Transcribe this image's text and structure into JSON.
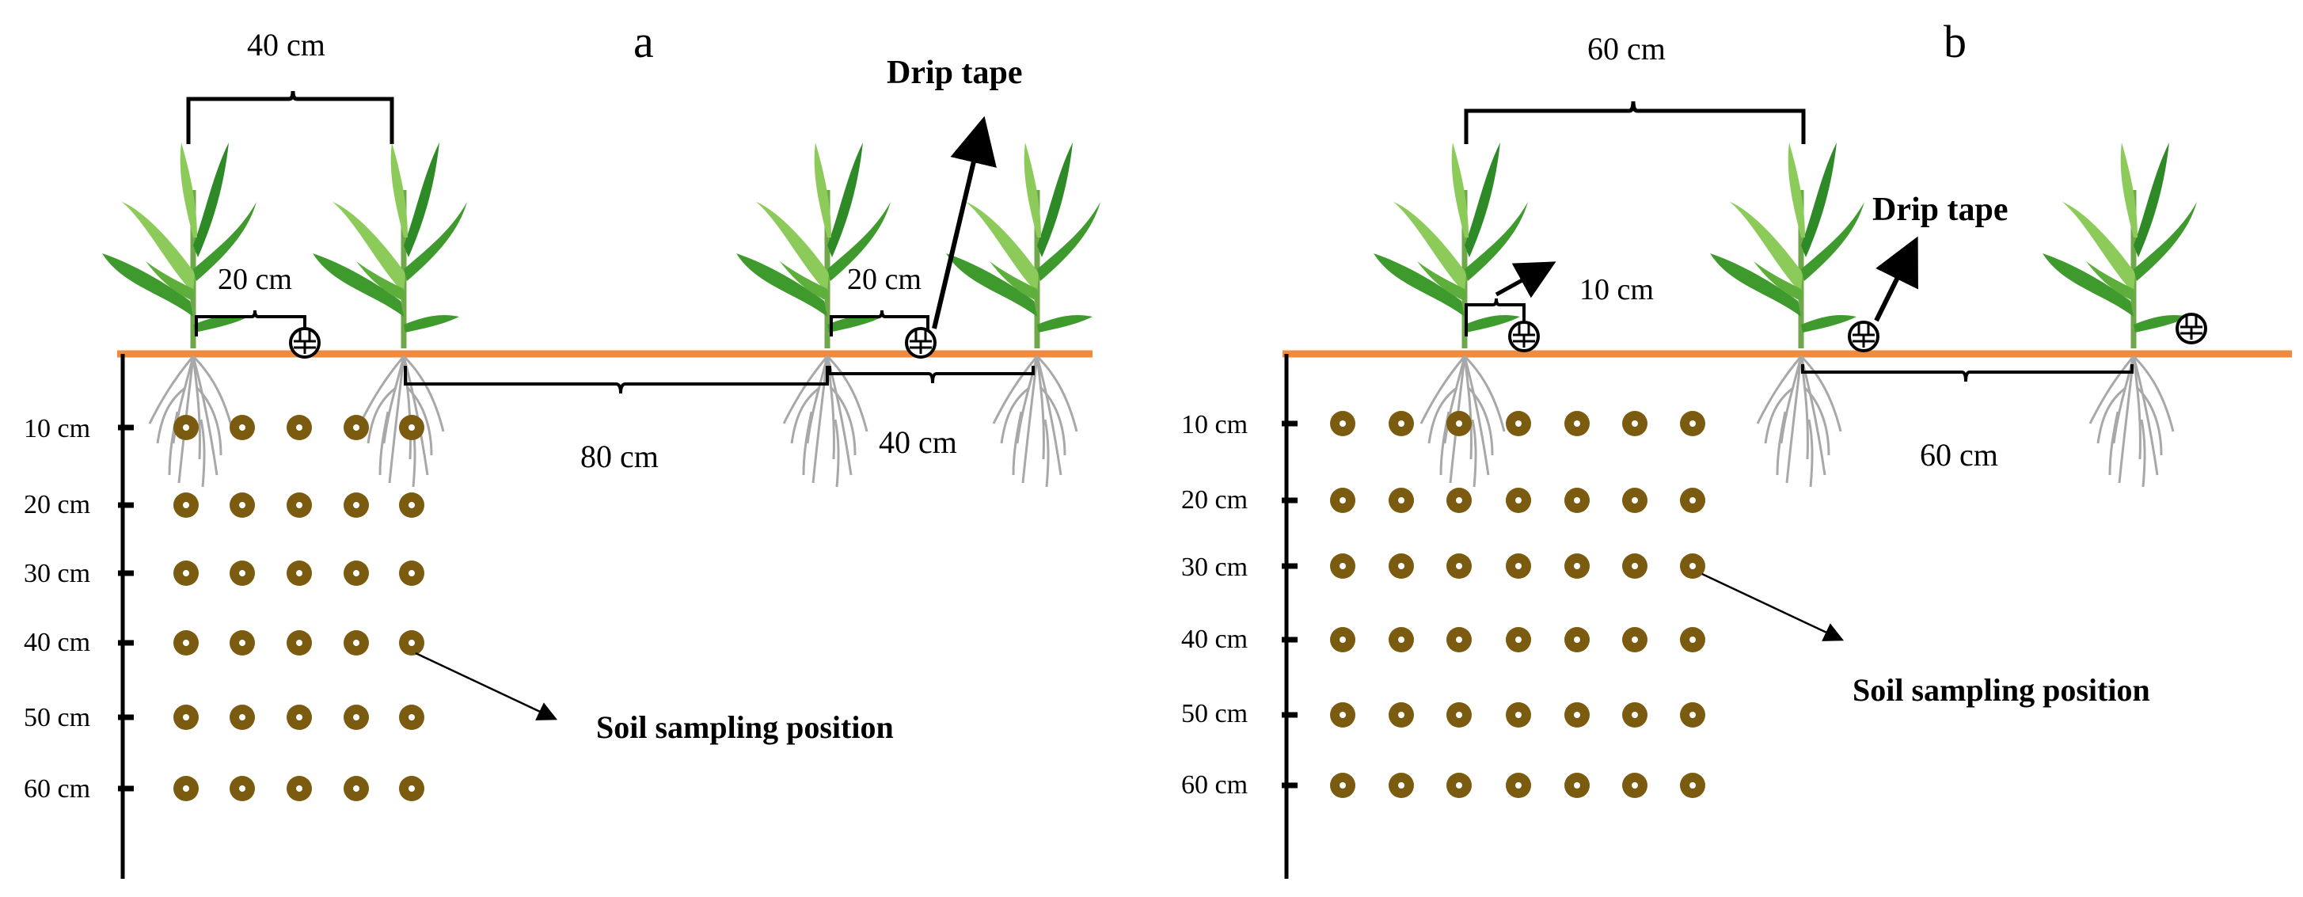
{
  "colors": {
    "soil_line": "#F08A3C",
    "sample_dot": "#7B5B0F",
    "sample_dot_ring": "#ffffff",
    "leaf_dark": "#3F9A2E",
    "leaf_light": "#8CCB5A",
    "root": "#A8A8A8",
    "axis": "#000000"
  },
  "panels": [
    {
      "id": "a",
      "letter": "a",
      "plant_spacing_top": "40 cm",
      "dripper_offset_1": "20 cm",
      "dripper_offset_2": "20 cm",
      "row_gap": "80 cm",
      "row_width": "40 cm",
      "drip_tape_label": "Drip tape",
      "sampling_label": "Soil sampling position",
      "depths": [
        "10 cm",
        "20 cm",
        "30 cm",
        "40 cm",
        "50 cm",
        "60 cm"
      ],
      "sample_columns": 5
    },
    {
      "id": "b",
      "letter": "b",
      "plant_spacing_top": "60 cm",
      "dripper_offset_1": "10 cm",
      "row_spacing": "60 cm",
      "drip_tape_label": "Drip tape",
      "sampling_label": "Soil sampling position",
      "depths": [
        "10 cm",
        "20 cm",
        "30 cm",
        "40 cm",
        "50 cm",
        "60 cm"
      ],
      "sample_columns": 7
    }
  ]
}
